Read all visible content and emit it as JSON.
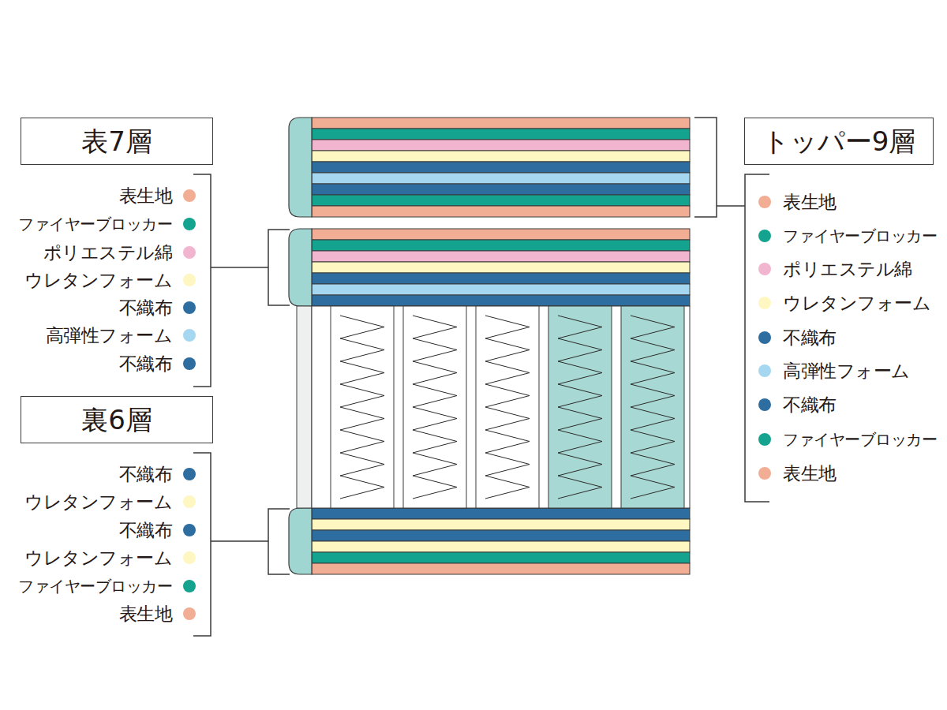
{
  "diagram": {
    "nodes": [
      {
        "text": [
          "表7層"
        ]
      },
      {
        "text": [
          "裏6層"
        ]
      },
      {
        "text": [
          "トッパー9層"
        ]
      }
    ],
    "legend": [
      {
        "text": "表生地",
        "color": "#f2ae94"
      },
      {
        "text": "ファイヤーブロッカー",
        "color": "#14a38e"
      },
      {
        "text": "ポリエステル綿",
        "color": "#f2b5cf"
      },
      {
        "text": "ウレタンフォーム",
        "color": "#fff7c2"
      },
      {
        "text": "不織布",
        "color": "#2e6d9f"
      },
      {
        "text": "高弾性フォーム",
        "color": "#a6d7f0"
      },
      {
        "text": "不織布",
        "color": "#2e6d9f"
      },
      {
        "text": "不織布",
        "color": "#2e6d9f"
      },
      {
        "text": "ウレタンフォーム",
        "color": "#fff7c2"
      },
      {
        "text": "不織布",
        "color": "#2e6d9f"
      },
      {
        "text": "ウレタンフォーム",
        "color": "#fff7c2"
      },
      {
        "text": "ファイヤーブロッカー",
        "color": "#14a38e"
      },
      {
        "text": "表生地",
        "color": "#f2ae94"
      },
      {
        "text": "表生地",
        "color": "#f2ae94"
      },
      {
        "text": "ファイヤーブロッカー",
        "color": "#14a38e"
      },
      {
        "text": "ポリエステル綿",
        "color": "#f2b5cf"
      },
      {
        "text": "ウレタンフォーム",
        "color": "#fff7c2"
      },
      {
        "text": "不織布",
        "color": "#2e6d9f"
      },
      {
        "text": "高弾性フォーム",
        "color": "#a6d7f0"
      },
      {
        "text": "不織布",
        "color": "#2e6d9f"
      },
      {
        "text": "ファイヤーブロッカー",
        "color": "#14a38e"
      },
      {
        "text": "表生地",
        "color": "#f2ae94"
      }
    ]
  }
}
